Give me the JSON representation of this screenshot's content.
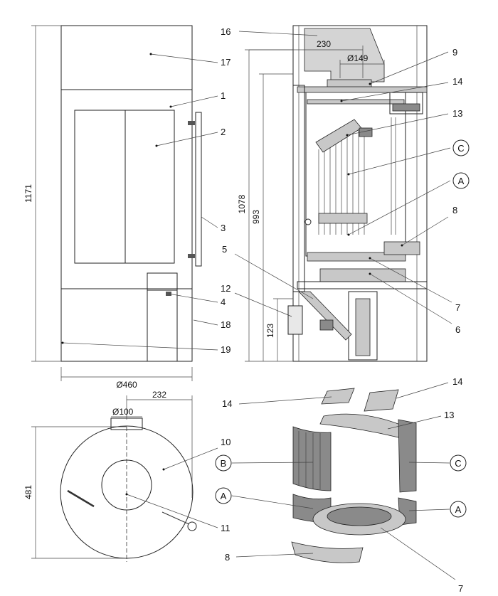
{
  "front": {
    "height_dim": "1171",
    "width_dim": "Ø460",
    "callouts": [
      "1",
      "2",
      "3",
      "4",
      "17",
      "18",
      "19"
    ]
  },
  "section": {
    "dims": [
      "230",
      "Ø149",
      "1078",
      "993",
      "123"
    ],
    "callouts": [
      "16",
      "9",
      "14",
      "13",
      "8",
      "5",
      "12",
      "7",
      "6"
    ],
    "circled": [
      "C",
      "A"
    ]
  },
  "top": {
    "dims": [
      "232",
      "Ø100",
      "481"
    ],
    "callouts": [
      "10",
      "11"
    ]
  },
  "parts": {
    "callouts": [
      "14",
      "14",
      "13",
      "8",
      "7"
    ],
    "circled": [
      "B",
      "A",
      "C",
      "A"
    ]
  }
}
